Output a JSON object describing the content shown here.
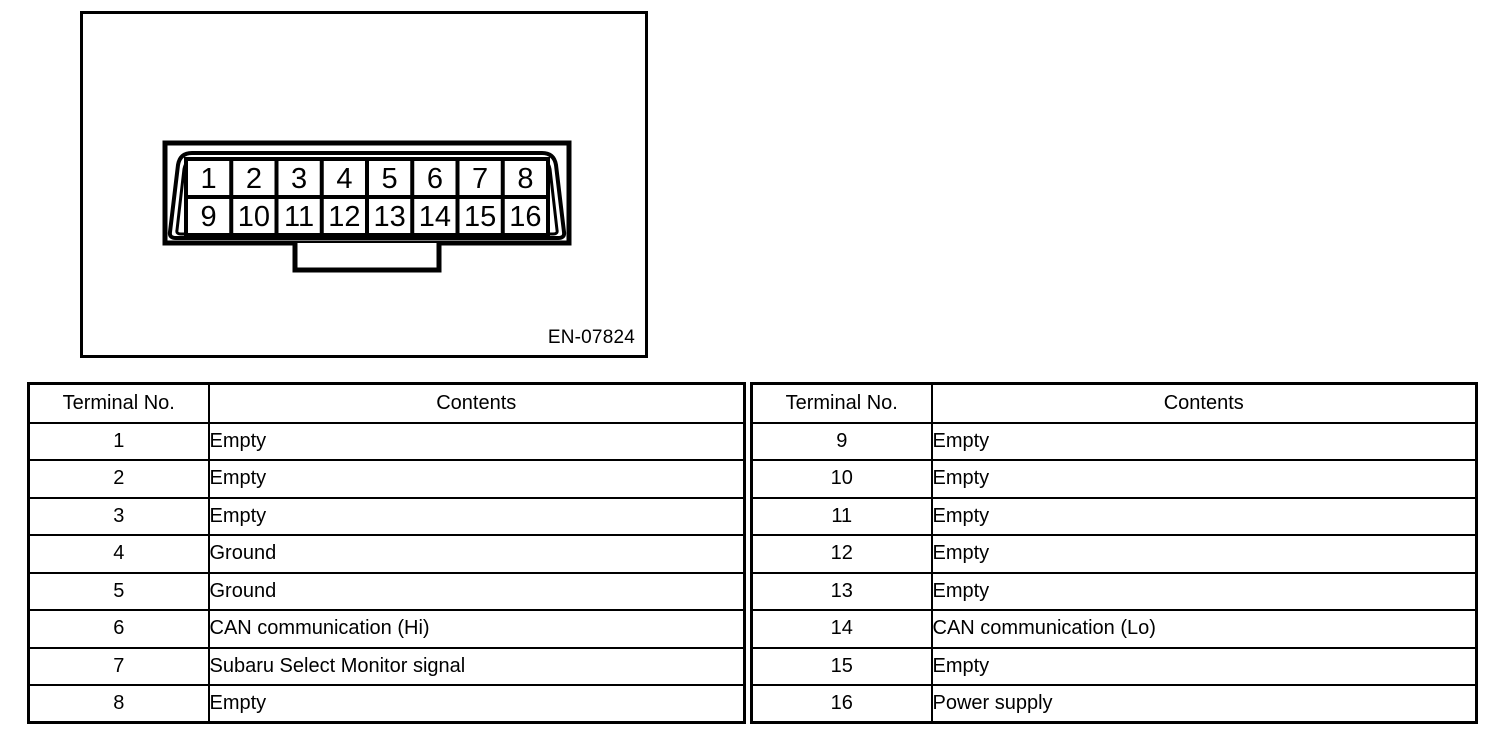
{
  "figure": {
    "caption": "EN-07824",
    "connector": {
      "name": "obd-data-link-connector",
      "top_row_pins": [
        "1",
        "2",
        "3",
        "4",
        "5",
        "6",
        "7",
        "8"
      ],
      "bottom_row_pins": [
        "9",
        "10",
        "11",
        "12",
        "13",
        "14",
        "15",
        "16"
      ]
    }
  },
  "tables": {
    "columns": {
      "terminal_no": "Terminal No.",
      "contents": "Contents"
    },
    "left": {
      "rows": [
        {
          "terminal": "1",
          "contents": "Empty"
        },
        {
          "terminal": "2",
          "contents": "Empty"
        },
        {
          "terminal": "3",
          "contents": "Empty"
        },
        {
          "terminal": "4",
          "contents": "Ground"
        },
        {
          "terminal": "5",
          "contents": "Ground"
        },
        {
          "terminal": "6",
          "contents": "CAN communication (Hi)"
        },
        {
          "terminal": "7",
          "contents": "Subaru Select Monitor signal"
        },
        {
          "terminal": "8",
          "contents": "Empty"
        }
      ]
    },
    "right": {
      "rows": [
        {
          "terminal": "9",
          "contents": "Empty"
        },
        {
          "terminal": "10",
          "contents": "Empty"
        },
        {
          "terminal": "11",
          "contents": "Empty"
        },
        {
          "terminal": "12",
          "contents": "Empty"
        },
        {
          "terminal": "13",
          "contents": "Empty"
        },
        {
          "terminal": "14",
          "contents": "CAN communication (Lo)"
        },
        {
          "terminal": "15",
          "contents": "Empty"
        },
        {
          "terminal": "16",
          "contents": "Power supply"
        }
      ]
    }
  },
  "colors": {
    "line": "#000000",
    "background": "#ffffff"
  }
}
